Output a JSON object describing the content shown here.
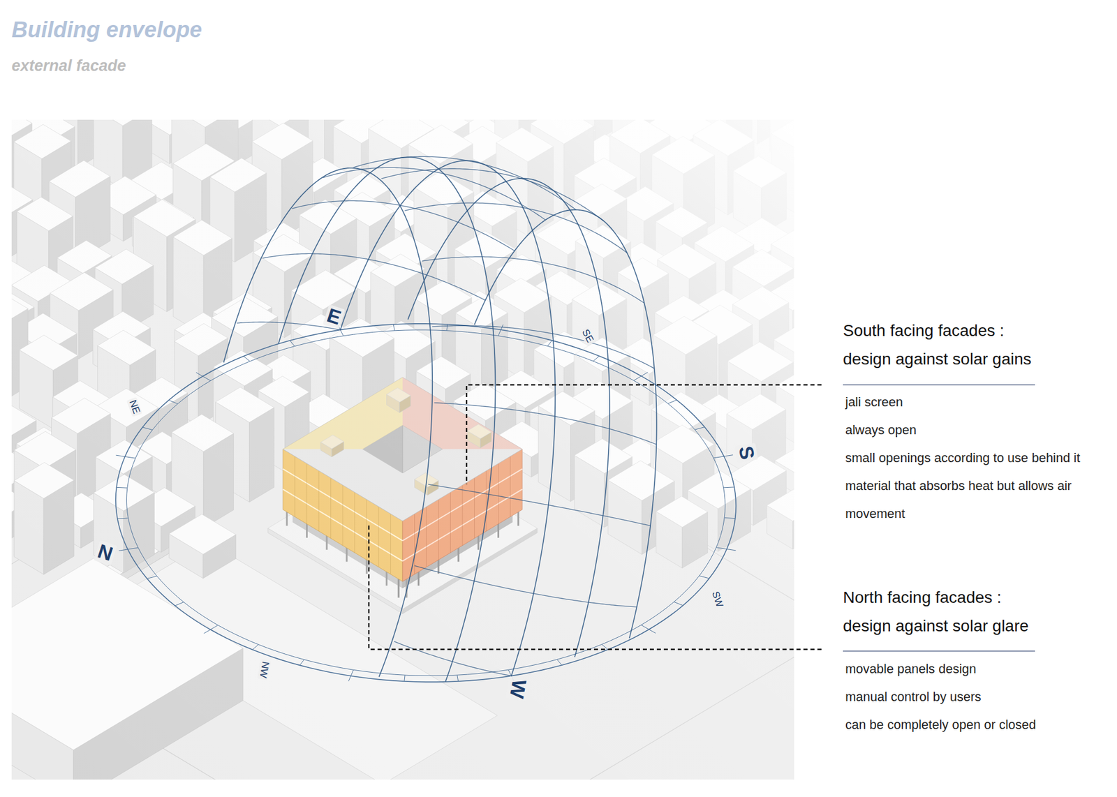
{
  "diagram": {
    "title": "Building envelope",
    "labels": [
      "external facade",
      "E",
      "SE",
      "NE",
      "S",
      "N",
      "SW",
      "NW",
      "W",
      "South facing facades : design against solar gains",
      "jali screen",
      "always open",
      "small openings according to use behind it",
      "material that absorbs heat but allows air movement",
      "North facing facades : design against solar glare",
      "movable panels design",
      "manual control by users",
      "can be completely open or closed"
    ]
  }
}
